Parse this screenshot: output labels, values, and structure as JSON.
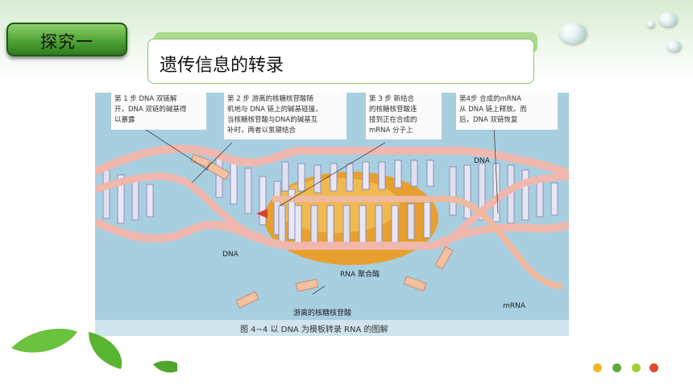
{
  "slide": {
    "badge_label": "探究一",
    "title": "遗传信息的转录"
  },
  "figure": {
    "steps": [
      "第 1 步  DNA 双链解\n开，DNA 双链的碱基得\n以暴露",
      "第 2 步  游离的核糖核苷酸随\n机地与 DNA 链上的碱基碰撞，\n当核糖核苷酸与DNA的碱基互\n补时，两者以氢键结合",
      "第 3 步  新结合\n的核糖核苷酸连\n接到正在合成的\nmRNA 分子上",
      "第4步  合成的mRNA\n从 DNA 链上释放。而\n后，DNA 双链恢复"
    ],
    "labels": {
      "dna_left": "DNA",
      "dna_right": "DNA",
      "enzyme": "RNA 聚合酶",
      "free_nucleotides": "游离的核糖核苷酸",
      "mrna": "mRNA"
    },
    "caption": "图 4−4   以 DNA 为模板转录 RNA 的图解"
  },
  "colors": {
    "green_accent": "#4fa335",
    "strand_pink": "#f0b7ae",
    "enzyme_orange": "#e7a02f",
    "figure_bg": "#a7cfe0",
    "dots": [
      "#f0b72a",
      "#5daa3a",
      "#a7cc3a",
      "#e04a2a"
    ]
  }
}
